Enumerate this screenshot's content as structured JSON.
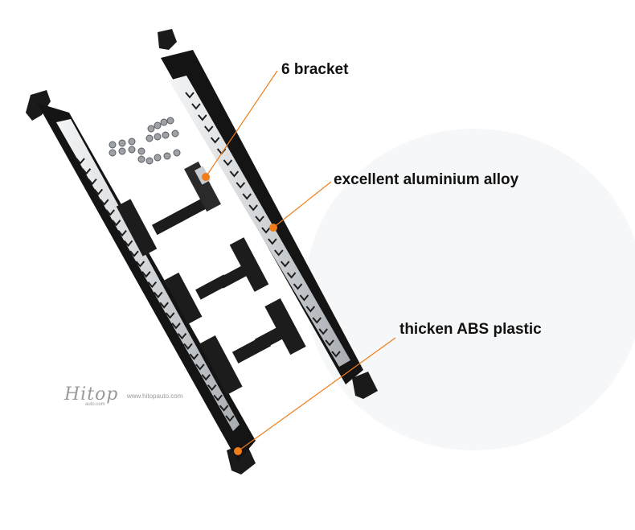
{
  "annotations": {
    "bracket": "6 bracket",
    "alloy": "excellent aluminium alloy",
    "abs": "thicken ABS plastic"
  },
  "watermark": {
    "logo": "Hitop",
    "sub": "auto.com",
    "url": "www.hitopauto.com"
  },
  "colors": {
    "callout": "#f07d1a",
    "board_black": "#141414",
    "board_silver": "#d9dcdf",
    "bracket_black": "#1c1c1c"
  }
}
